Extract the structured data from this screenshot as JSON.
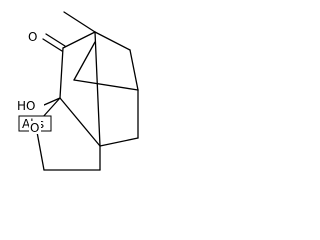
{
  "diagram": {
    "type": "chemical-structure",
    "atom_labels": {
      "carbonyl_oxygen": "O",
      "hydroxyl": "HO",
      "ring_oxygen": "O",
      "stereo_flag": "Abs"
    },
    "colors": {
      "bond": "#000000",
      "text": "#000000",
      "background": "#ffffff"
    }
  }
}
